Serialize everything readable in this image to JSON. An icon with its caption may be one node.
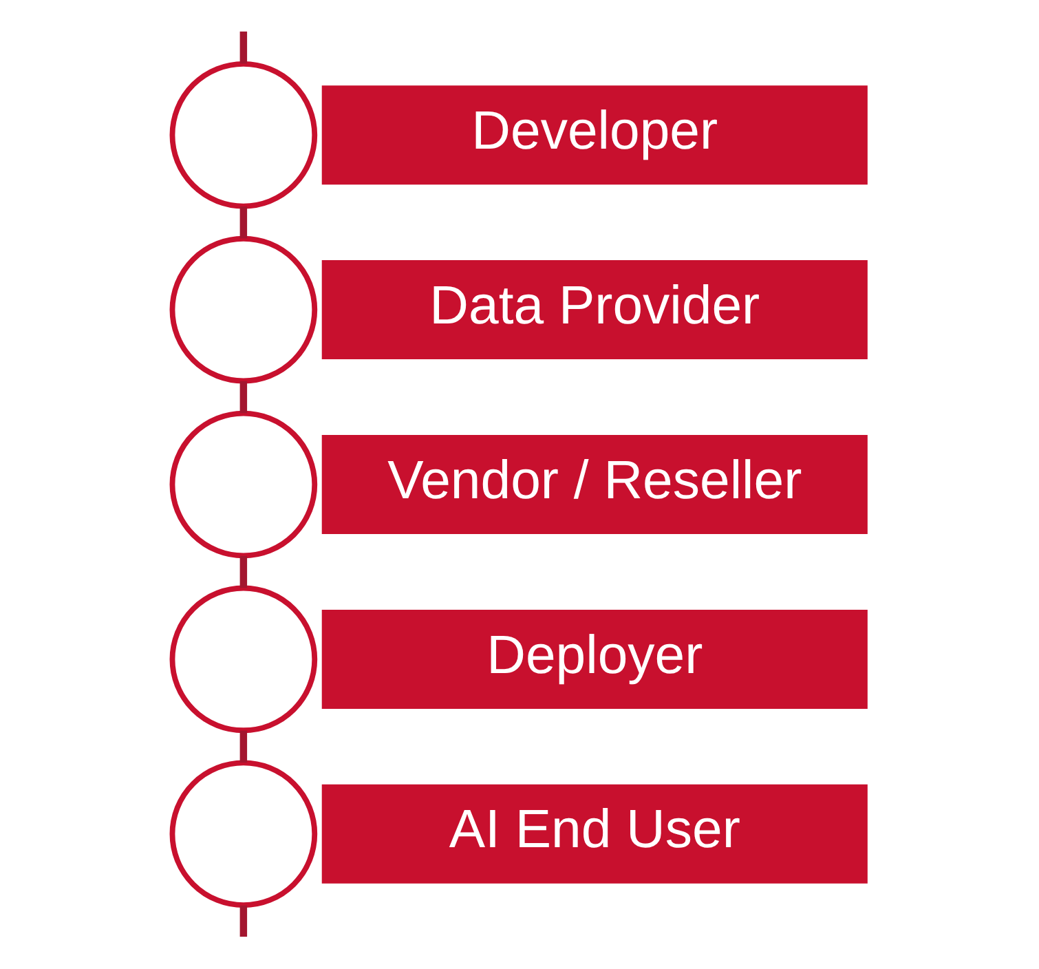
{
  "diagram": {
    "nodes": [
      {
        "text": [],
        "shape": "circle"
      },
      {
        "text": [
          "Developer"
        ]
      },
      {
        "text": [],
        "shape": "circle"
      },
      {
        "text": [
          "Data Provider"
        ]
      },
      {
        "text": [],
        "shape": "circle"
      },
      {
        "text": [
          "Vendor / Reseller"
        ]
      },
      {
        "text": [],
        "shape": "circle"
      },
      {
        "text": [
          "Deployer"
        ]
      },
      {
        "text": [],
        "shape": "circle"
      },
      {
        "text": [
          "AI End User"
        ]
      }
    ],
    "edges": [
      {
        "from": null,
        "to": 0,
        "arrow": "none"
      },
      {
        "from": 0,
        "to": 2,
        "arrow": "none"
      },
      {
        "from": 2,
        "to": 4,
        "arrow": "none"
      },
      {
        "from": 4,
        "to": 6,
        "arrow": "none"
      },
      {
        "from": 6,
        "to": 8,
        "arrow": "none"
      },
      {
        "from": 8,
        "to": null,
        "arrow": "none"
      }
    ]
  }
}
